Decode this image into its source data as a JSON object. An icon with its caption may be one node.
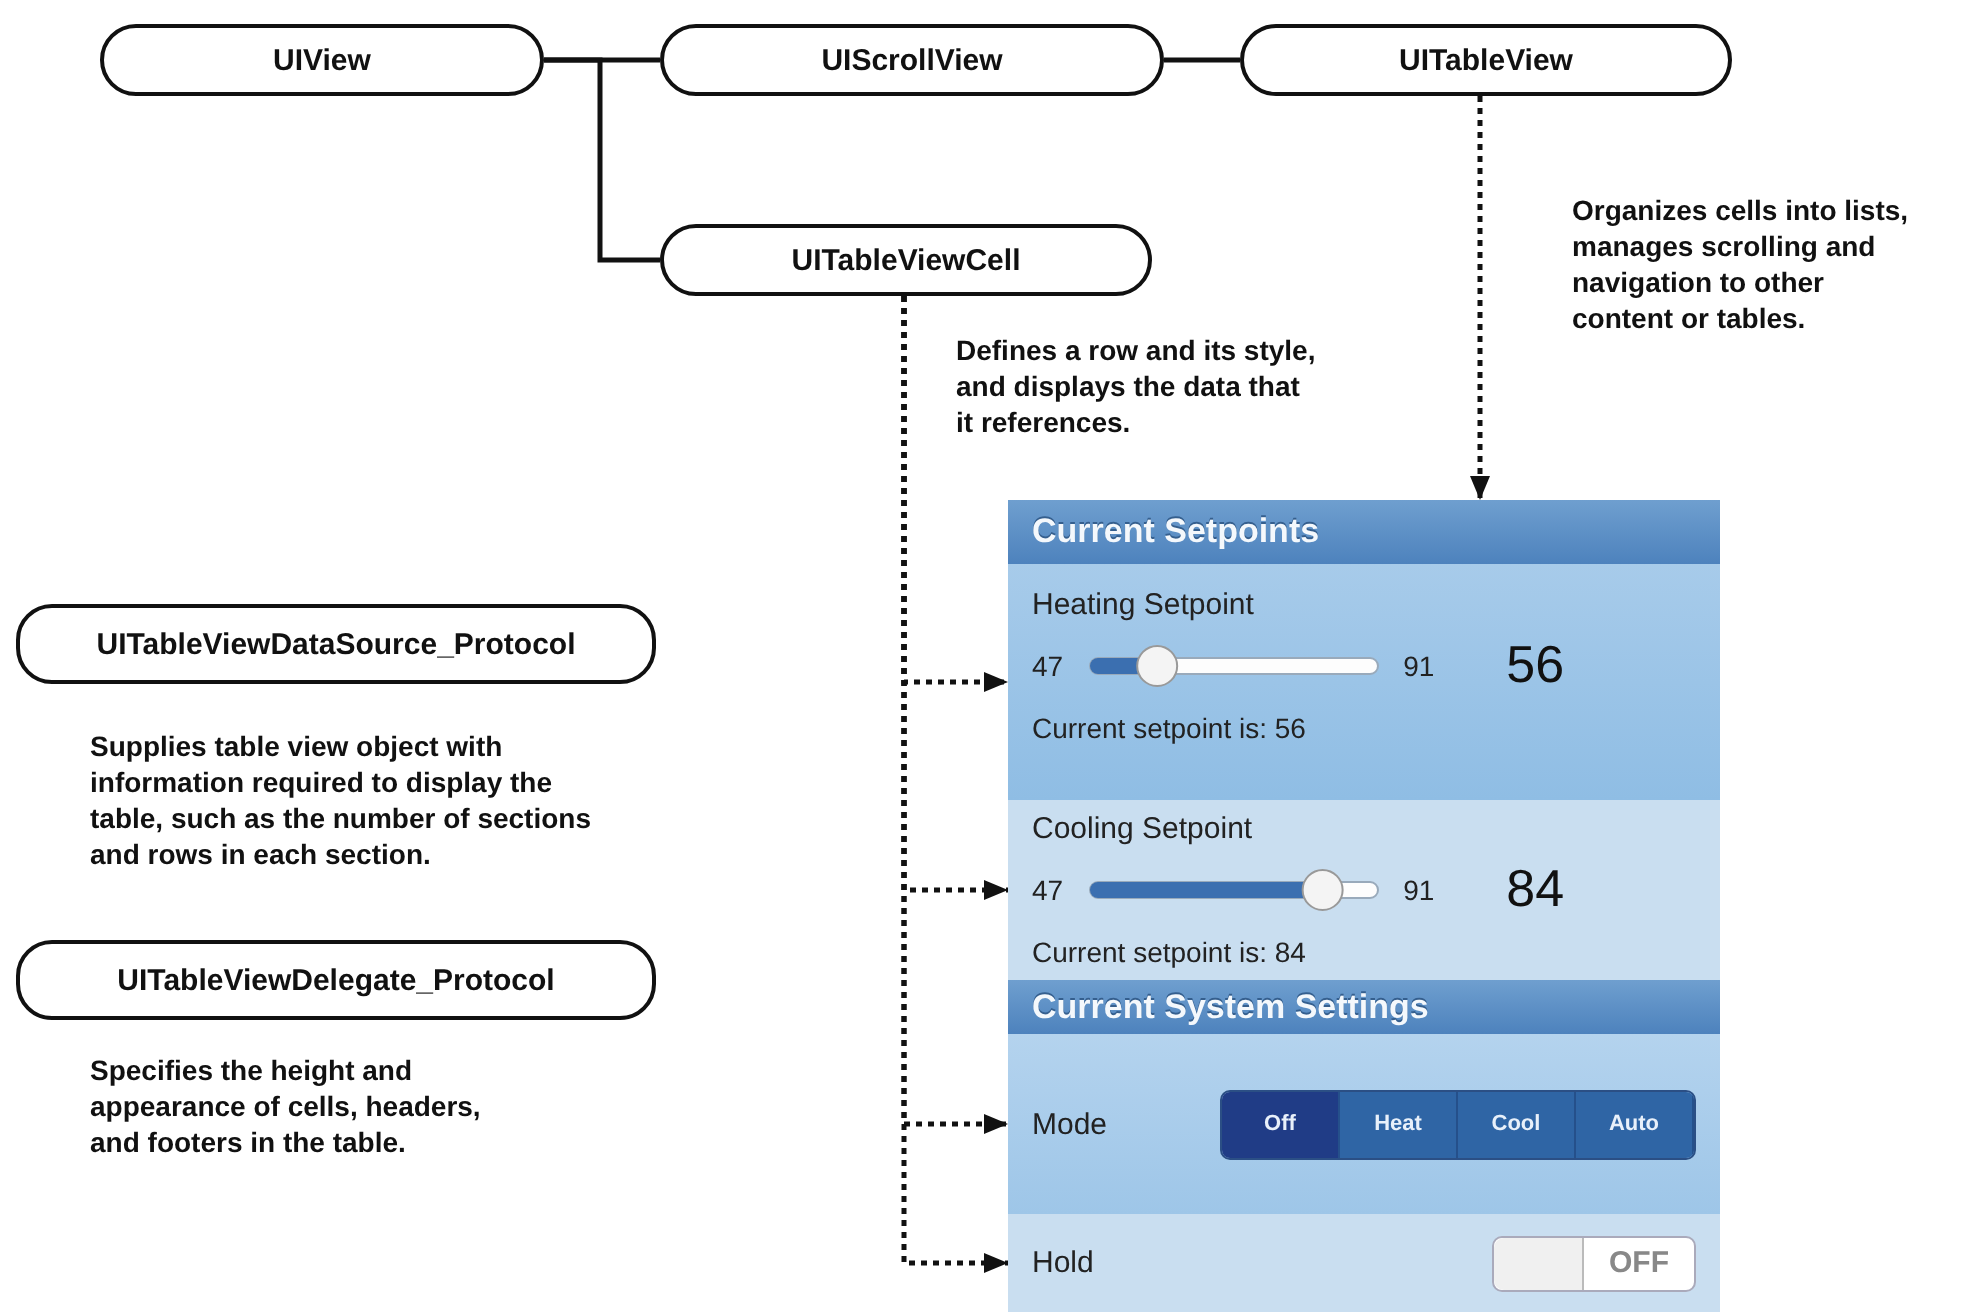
{
  "diagram": {
    "nodes": [
      {
        "text": [
          "UIView"
        ]
      },
      {
        "text": [
          "UIScrollView"
        ]
      },
      {
        "text": [
          "UITableView"
        ],
        "beside": [
          "Organizes cells into lists, manages scrolling and navigation to other content or tables."
        ]
      },
      {
        "text": [
          "UITableViewCell"
        ],
        "beside": [
          "Defines a row and its style, and displays the data that it references."
        ]
      },
      {
        "text": [],
        "shape": "box"
      },
      {
        "text": [
          "Current Setpoints"
        ],
        "in": 4
      },
      {
        "text": [
          "Heating Setpoint",
          "47",
          "91",
          "56",
          "Current setpoint is: 56"
        ],
        "in": 4
      },
      {
        "text": [
          "Cooling Setpoint",
          "47",
          "91",
          "84",
          "Current setpoint is: 84"
        ],
        "in": 4
      },
      {
        "text": [
          "Current System Settings"
        ],
        "in": 4
      },
      {
        "text": [
          "Mode",
          "Off",
          "Heat",
          "Cool",
          "Auto"
        ],
        "in": 4
      },
      {
        "text": [
          "Hold",
          "OFF"
        ],
        "in": 4
      },
      {
        "text": [
          "UITableViewDataSource_Protocol"
        ],
        "beside": [
          "Supplies table view object with information required to display the table, such as the number of sections and rows in each section."
        ]
      },
      {
        "text": [
          "UITableViewDelegate_Protocol"
        ],
        "beside": [
          "Specifies the height and appearance of cells, headers, and footers in the table."
        ]
      }
    ],
    "edges": [
      {
        "from": 0,
        "to": 1,
        "arrow": "none"
      },
      {
        "from": 1,
        "to": 2,
        "arrow": "none"
      },
      {
        "from": 0,
        "to": 3,
        "arrow": "none"
      },
      {
        "from": 2,
        "to": 4,
        "arrow": "to",
        "style": "dashed"
      },
      {
        "from": 3,
        "to": 6,
        "arrow": "to",
        "style": "dashed"
      },
      {
        "from": 3,
        "to": 7,
        "arrow": "to",
        "style": "dashed"
      },
      {
        "from": 3,
        "to": 9,
        "arrow": "to",
        "style": "dashed"
      },
      {
        "from": 3,
        "to": 10,
        "arrow": "to",
        "style": "dashed"
      }
    ]
  }
}
